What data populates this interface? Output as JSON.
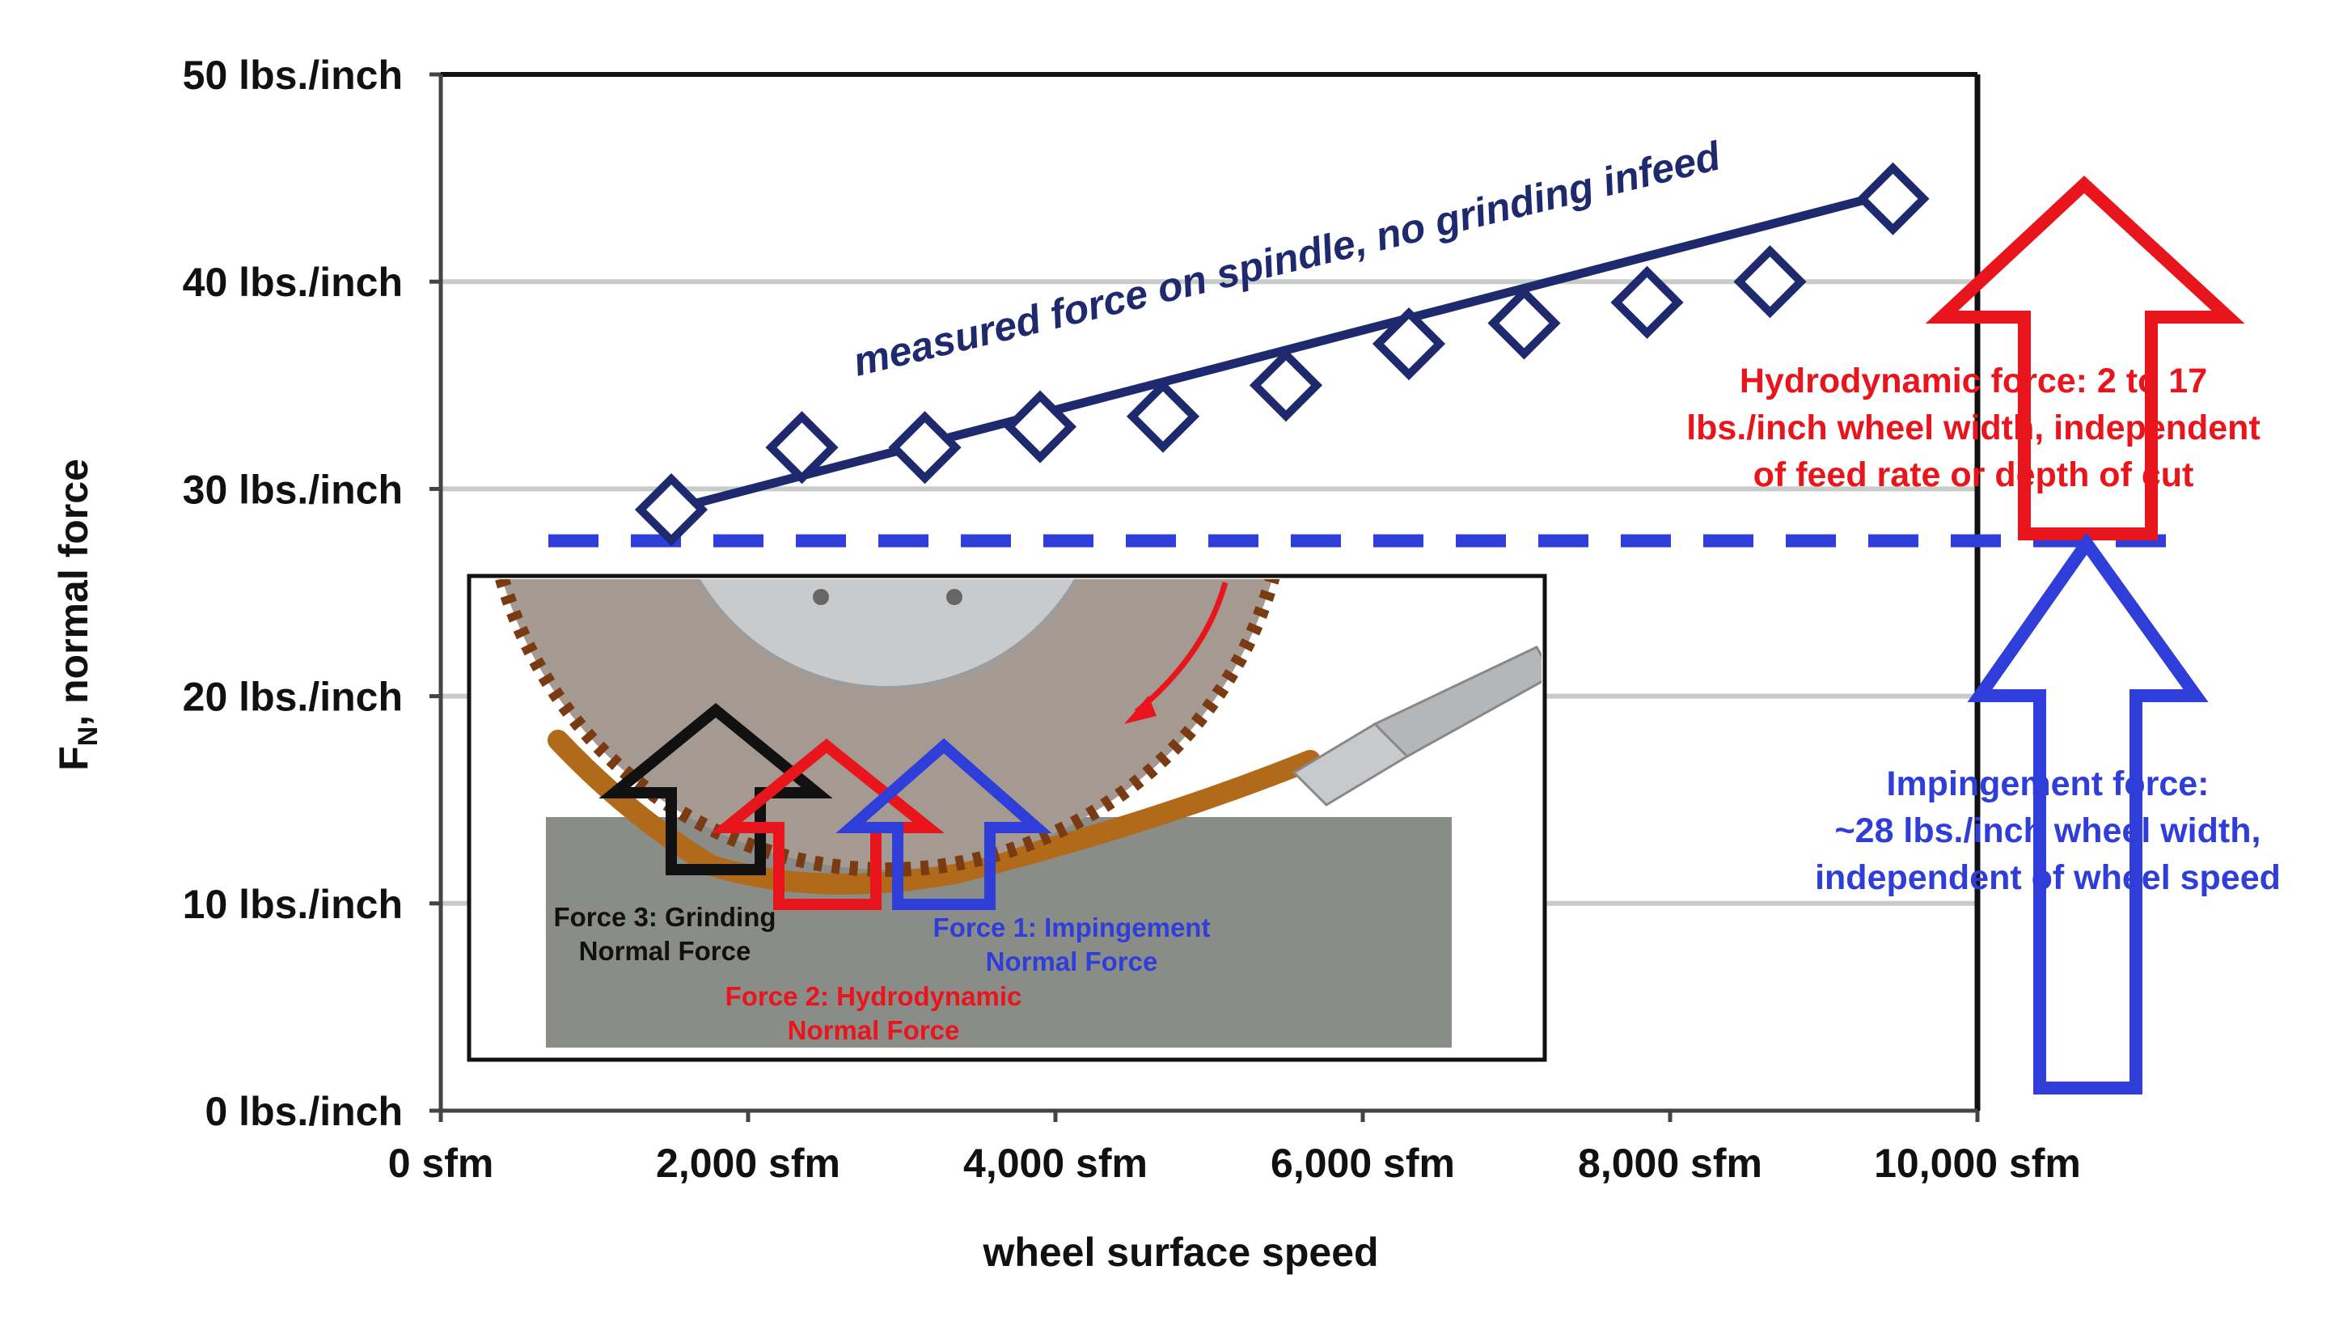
{
  "chart_data": {
    "type": "scatter",
    "title": "",
    "xlabel": "wheel surface speed",
    "ylabel_main": "F",
    "ylabel_sub": "N",
    "ylabel_rest": ", normal force",
    "xlim": [
      0,
      10000
    ],
    "ylim": [
      0,
      50
    ],
    "grid": true,
    "x_ticks": [
      {
        "value": 0,
        "label": "0 sfm"
      },
      {
        "value": 2000,
        "label": "2,000 sfm"
      },
      {
        "value": 4000,
        "label": "4,000 sfm"
      },
      {
        "value": 6000,
        "label": "6,000 sfm"
      },
      {
        "value": 8000,
        "label": "8,000 sfm"
      },
      {
        "value": 10000,
        "label": "10,000 sfm"
      }
    ],
    "y_ticks": [
      {
        "value": 0,
        "label": "0 lbs./inch"
      },
      {
        "value": 10,
        "label": "10 lbs./inch"
      },
      {
        "value": 20,
        "label": "20 lbs./inch"
      },
      {
        "value": 30,
        "label": "30 lbs./inch"
      },
      {
        "value": 40,
        "label": "40 lbs./inch"
      },
      {
        "value": 50,
        "label": "50 lbs./inch"
      }
    ],
    "series": [
      {
        "marker": "diamond",
        "color": "#1f2a6e",
        "x": [
          1500,
          2350,
          3150,
          3900,
          4700,
          5500,
          6300,
          7050,
          7850,
          8650,
          9450
        ],
        "y": [
          29,
          32,
          32,
          33,
          33.5,
          35,
          37,
          38,
          39,
          40,
          44
        ]
      }
    ],
    "trend_line": {
      "x": [
        1500,
        9450
      ],
      "y": [
        29,
        44.3
      ],
      "color": "#1f2a6e"
    },
    "reference_line": {
      "y": 27.5,
      "x": [
        700,
        11400
      ],
      "style": "dashed",
      "color": "#2f3ed8"
    },
    "annotations": {
      "measured": "measured force on spindle, no grinding infeed",
      "hydro": [
        "Hydrodynamic force: 2 to 17",
        "lbs./inch wheel width, independent",
        "of feed rate or depth of cut"
      ],
      "impingement": [
        "Impingement force:",
        "~28 lbs./inch wheel width,",
        "independent of wheel speed"
      ]
    },
    "inset": {
      "force3": [
        "Force 3: Grinding",
        "Normal Force"
      ],
      "force2": [
        "Force 2: Hydrodynamic",
        "Normal Force"
      ],
      "force1": [
        "Force 1: Impingement",
        "Normal Force"
      ]
    }
  },
  "colors": {
    "navy": "#1f2a6e",
    "red": "#e8151c",
    "blue": "#2f3ed8",
    "grid": "#c8ccc8",
    "workpiece": "#8a8c88",
    "wheel": "#a59a91",
    "coolant": "#b06a1a"
  }
}
